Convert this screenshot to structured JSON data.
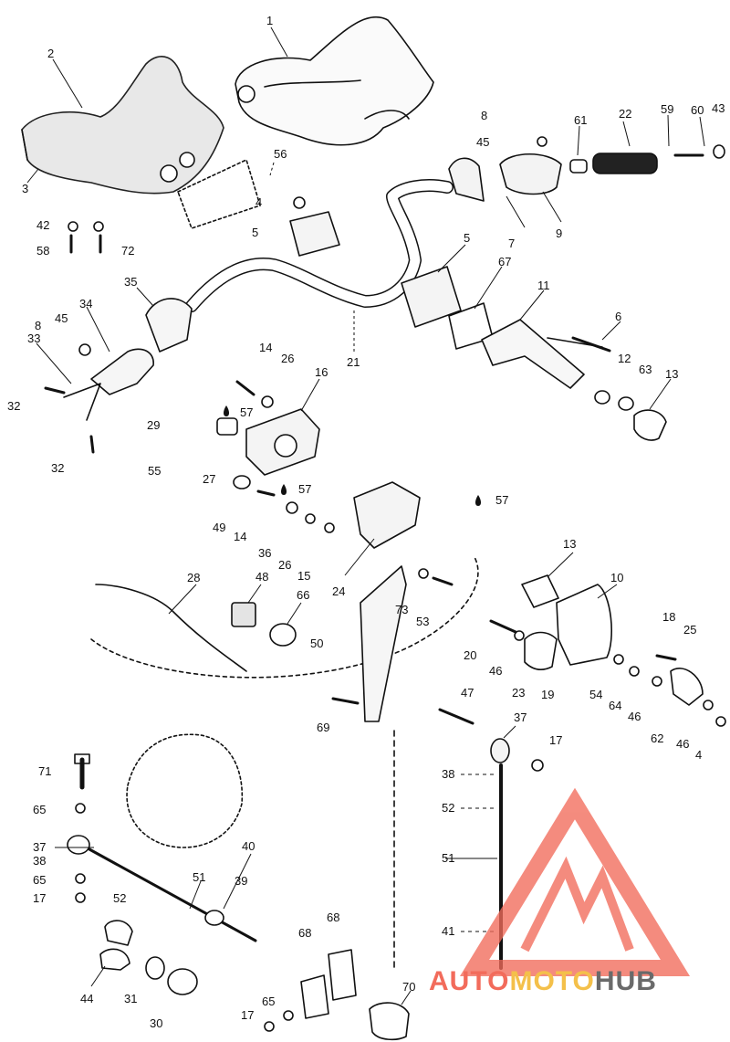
{
  "diagram": {
    "callouts": [
      "1",
      "2",
      "3",
      "56",
      "42",
      "58",
      "72",
      "4",
      "5",
      "8",
      "45",
      "61",
      "22",
      "59",
      "60",
      "43",
      "7",
      "9",
      "5",
      "67",
      "11",
      "6",
      "35",
      "34",
      "33",
      "8",
      "45",
      "32",
      "32",
      "29",
      "55",
      "14",
      "26",
      "16",
      "12",
      "63",
      "13",
      "21",
      "57",
      "27",
      "49",
      "14",
      "57",
      "36",
      "26",
      "15",
      "24",
      "57",
      "13",
      "10",
      "28",
      "48",
      "66",
      "50",
      "73",
      "53",
      "18",
      "25",
      "20",
      "46",
      "23",
      "19",
      "54",
      "64",
      "46",
      "47",
      "37",
      "17",
      "62",
      "46",
      "4",
      "69",
      "71",
      "65",
      "37",
      "38",
      "65",
      "17",
      "52",
      "51",
      "40",
      "39",
      "38",
      "52",
      "51",
      "41",
      "68",
      "68",
      "44",
      "31",
      "30",
      "70",
      "65",
      "17"
    ]
  },
  "watermark": {
    "text_a": "AUTO",
    "text_b": "MOTO",
    "text_c": "HUB",
    "color_red": "#f26b5b",
    "color_yellow": "#f4c04a",
    "color_gray": "#6a6a6a"
  }
}
